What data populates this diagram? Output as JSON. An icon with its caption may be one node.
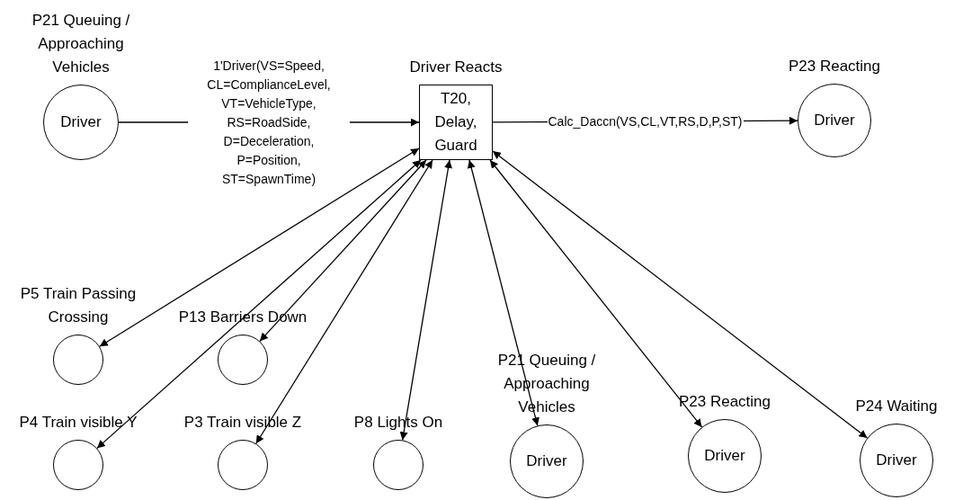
{
  "diagram": {
    "nodes": [
      {
        "text": [
          "P21 Queuing / Approaching Vehicles",
          "Driver"
        ]
      },
      {
        "text": [
          "Driver Reacts",
          "T20, Delay, Guard"
        ]
      },
      {
        "text": [
          "P23 Reacting",
          "Driver"
        ]
      },
      {
        "text": [
          "P5 Train Passing Crossing"
        ]
      },
      {
        "text": [
          "P13 Barriers Down"
        ]
      },
      {
        "text": [
          "P4 Train visible Y"
        ]
      },
      {
        "text": [
          "P3 Train visible Z"
        ]
      },
      {
        "text": [
          "P8 Lights On"
        ]
      },
      {
        "text": [
          "P21 Queuing / Approaching Vehicles",
          "Driver"
        ]
      },
      {
        "text": [
          "P23 Reacting",
          "Driver"
        ]
      },
      {
        "text": [
          "P24 Waiting",
          "Driver"
        ]
      }
    ],
    "edges": [
      {
        "from": 0,
        "to": 1,
        "arrow": "to",
        "label": "1'Driver(VS=Speed, CL=ComplianceLevel, VT=VehicleType, RS=RoadSide, D=Deceleration, P=Position, ST=SpawnTime)"
      },
      {
        "from": 1,
        "to": 2,
        "arrow": "to",
        "label": "Calc_Daccn(VS,CL,VT,RS,D,P,ST)"
      },
      {
        "from": 1,
        "to": 3,
        "arrow": "both"
      },
      {
        "from": 1,
        "to": 4,
        "arrow": "both"
      },
      {
        "from": 1,
        "to": 5,
        "arrow": "both"
      },
      {
        "from": 1,
        "to": 6,
        "arrow": "both"
      },
      {
        "from": 1,
        "to": 7,
        "arrow": "both"
      },
      {
        "from": 1,
        "to": 8,
        "arrow": "both"
      },
      {
        "from": 1,
        "to": 9,
        "arrow": "both"
      },
      {
        "from": 1,
        "to": 10,
        "arrow": "both"
      }
    ]
  }
}
